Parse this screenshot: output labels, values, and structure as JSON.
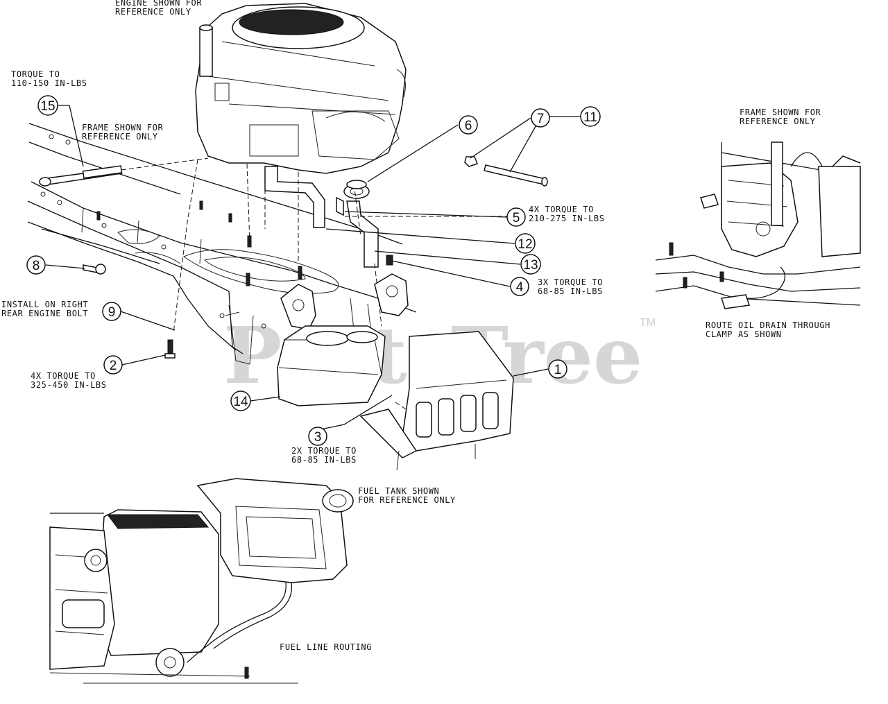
{
  "notes": {
    "engine_ref": [
      "ENGINE SHOWN FOR",
      "REFERENCE ONLY"
    ],
    "torque_15": [
      "TORQUE TO",
      "110-150 IN-LBS"
    ],
    "frame_ref_left": [
      "FRAME SHOWN FOR",
      "REFERENCE ONLY"
    ],
    "frame_ref_right": [
      "FRAME SHOWN FOR",
      "REFERENCE ONLY"
    ],
    "torque_5": [
      "4X TORQUE TO",
      "210-275 IN-LBS"
    ],
    "torque_4": [
      "3X TORQUE TO",
      "68-85 IN-LBS"
    ],
    "install_9": [
      "INSTALL ON RIGHT",
      "REAR ENGINE BOLT"
    ],
    "torque_2": [
      "4X TORQUE TO",
      "325-450 IN-LBS"
    ],
    "torque_3": [
      "2X TORQUE TO",
      "68-85 IN-LBS"
    ],
    "oil_drain": [
      "ROUTE OIL DRAIN THROUGH",
      "CLAMP AS SHOWN"
    ],
    "fuel_tank_ref": [
      "FUEL TANK SHOWN",
      "FOR REFERENCE ONLY"
    ],
    "fuel_line": "FUEL LINE ROUTING"
  },
  "callouts": {
    "c1": "1",
    "c2": "2",
    "c3": "3",
    "c4": "4",
    "c5": "5",
    "c6": "6",
    "c7": "7",
    "c8": "8",
    "c9": "9",
    "c11": "11",
    "c12": "12",
    "c13": "13",
    "c14": "14",
    "c15": "15"
  },
  "watermark": {
    "text": "PartsTree",
    "trademark": "TM"
  },
  "colors": {
    "line": "#111111",
    "watermark": "#cfcfcf",
    "background": "#ffffff"
  }
}
